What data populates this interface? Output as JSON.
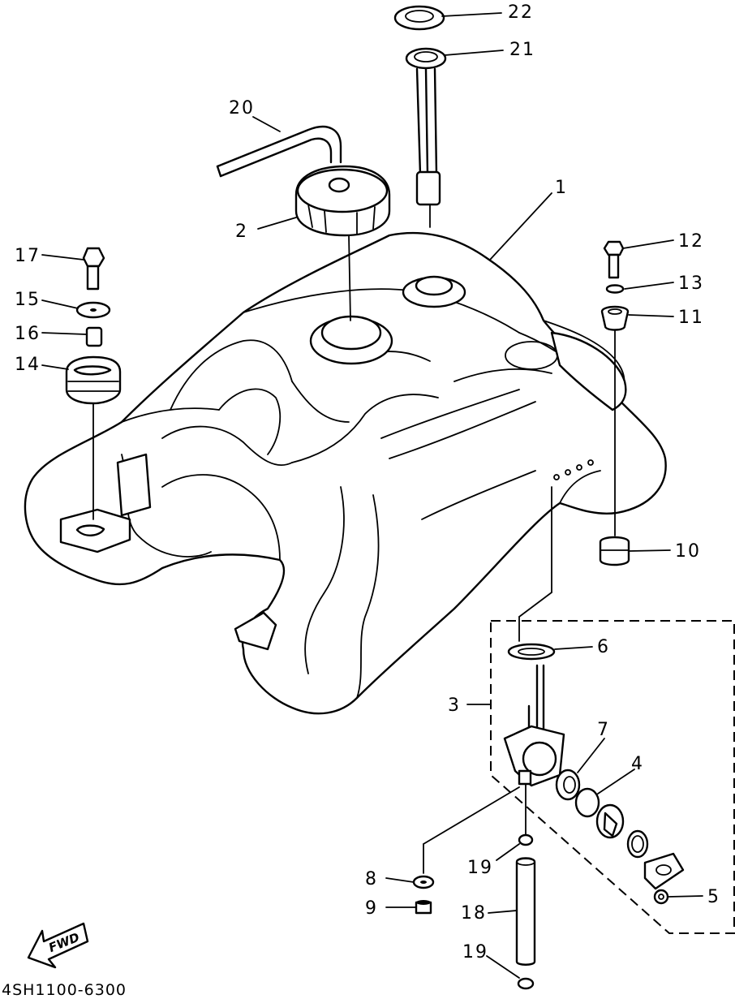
{
  "diagram": {
    "drawing_code": "4SH1100-6300",
    "direction_arrow": "FWD",
    "callouts": {
      "c1": "1",
      "c2": "2",
      "c3": "3",
      "c4": "4",
      "c5": "5",
      "c6": "6",
      "c7": "7",
      "c8": "8",
      "c9": "9",
      "c10": "10",
      "c11": "11",
      "c12": "12",
      "c13": "13",
      "c14": "14",
      "c15": "15",
      "c16": "16",
      "c17": "17",
      "c18": "18",
      "c19a": "19",
      "c19b": "19",
      "c20": "20",
      "c21": "21",
      "c22": "22"
    }
  }
}
